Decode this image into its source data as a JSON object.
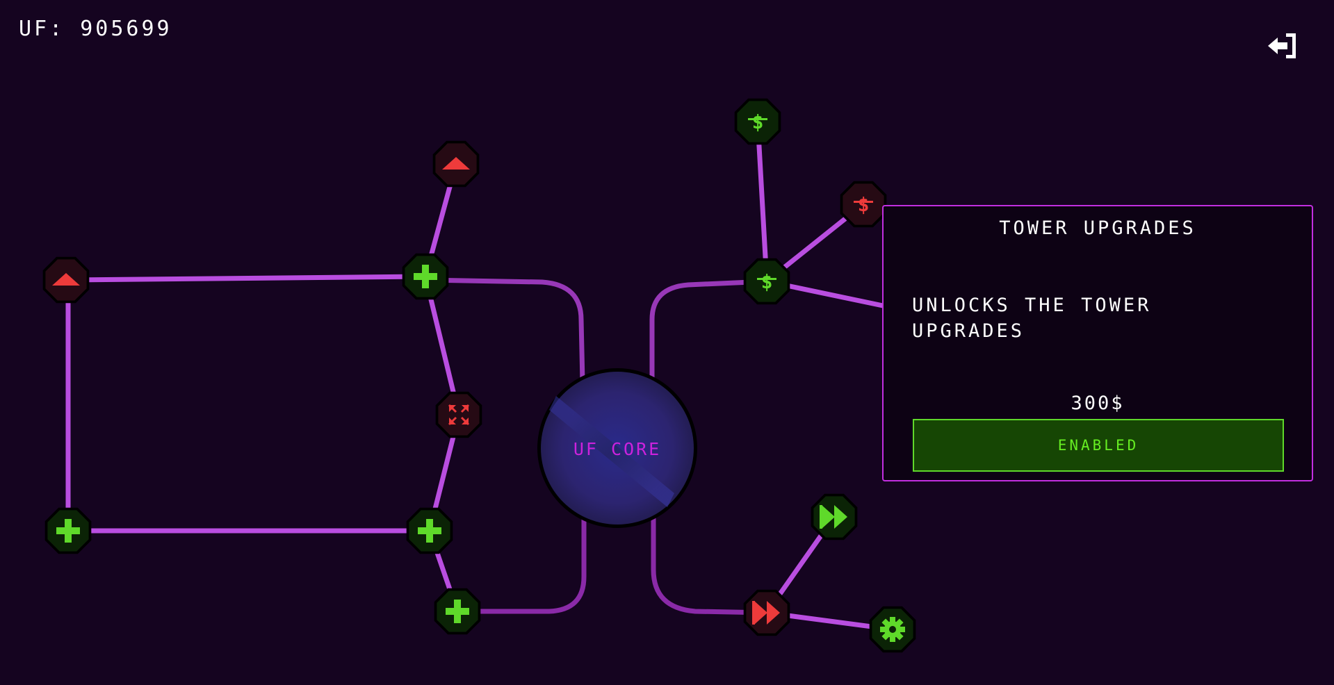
{
  "hud": {
    "currency_label": "UF: 905699"
  },
  "exit": {
    "icon": "exit-icon"
  },
  "core": {
    "label": "UF CORE",
    "label_color": "#cc22dd"
  },
  "nodes": [
    {
      "id": "left-top-arrow",
      "icon": "arrow-up-icon",
      "state": "locked"
    },
    {
      "id": "left-mid-arrow",
      "icon": "arrow-up-icon",
      "state": "locked"
    },
    {
      "id": "plus-upper",
      "icon": "plus-icon",
      "state": "unlocked"
    },
    {
      "id": "expand",
      "icon": "expand-icon",
      "state": "locked"
    },
    {
      "id": "plus-lower-left",
      "icon": "plus-icon",
      "state": "unlocked"
    },
    {
      "id": "plus-lower-mid",
      "icon": "plus-icon",
      "state": "unlocked"
    },
    {
      "id": "plus-bottom",
      "icon": "plus-icon",
      "state": "unlocked"
    },
    {
      "id": "dollar-top",
      "icon": "dollar-icon",
      "state": "unlocked"
    },
    {
      "id": "dollar-red",
      "icon": "dollar-icon",
      "state": "locked"
    },
    {
      "id": "dollar-mid",
      "icon": "dollar-icon",
      "state": "unlocked"
    },
    {
      "id": "ff-green",
      "icon": "fast-forward-icon",
      "state": "unlocked"
    },
    {
      "id": "ff-red",
      "icon": "fast-forward-icon",
      "state": "locked"
    },
    {
      "id": "gear",
      "icon": "gear-icon",
      "state": "unlocked"
    }
  ],
  "panel": {
    "title": "TOWER UPGRADES",
    "description": "UNLOCKS THE TOWER UPGRADES",
    "cost": "300$",
    "button_label": "ENABLED"
  },
  "colors": {
    "background": "#150420",
    "link": "#b94ee0",
    "unlocked": "#5fd92a",
    "locked": "#ee3b3b",
    "panel_border": "#c22ee0"
  }
}
